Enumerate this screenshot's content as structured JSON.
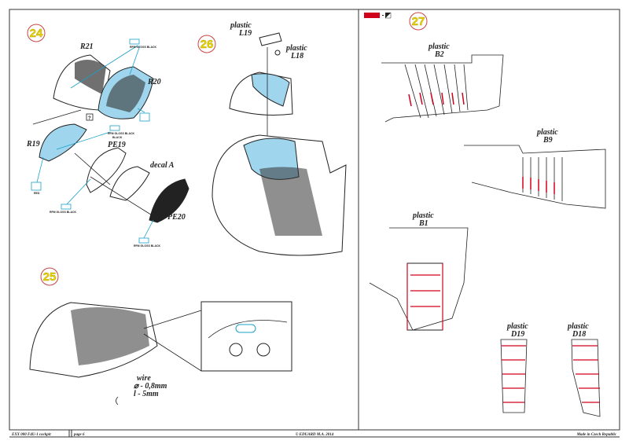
{
  "footer": {
    "code": "EXX 000  F4U-1 cockpit",
    "page": "page 6",
    "copyright": "© EDUARD  M.A. 2014",
    "origin": "Made in Czech Republic"
  },
  "steps": {
    "s24": {
      "number": "24",
      "labels": {
        "r21": "R21",
        "r20": "R20",
        "r19": "R19",
        "pe19": "PE19",
        "decal": "decal A",
        "pe20": "PE20"
      },
      "paint_note": "RFM GLOSS BLACK",
      "paint_note_b": "BLACK",
      "code_red": "RED",
      "question": "?"
    },
    "s26": {
      "number": "26",
      "l19": [
        "plastic",
        "L19"
      ],
      "l18": [
        "plastic",
        "L18"
      ]
    },
    "s25": {
      "number": "25",
      "wire": "wire",
      "diameter": "⌀ - 0,8mm",
      "length": "l - 5mm"
    },
    "s27": {
      "number": "27",
      "b2": [
        "plastic",
        "B2"
      ],
      "b9": [
        "plastic",
        "B9"
      ],
      "b1": [
        "plastic",
        "B1"
      ],
      "d19": [
        "plastic",
        "D19"
      ],
      "d18": [
        "plastic",
        "D18"
      ]
    }
  },
  "colors": {
    "accent_red": "#d0021b",
    "callout_blue": "#1aa0c8",
    "part_blue": "#9fd6ee",
    "step_yellow": "#e8d600"
  }
}
